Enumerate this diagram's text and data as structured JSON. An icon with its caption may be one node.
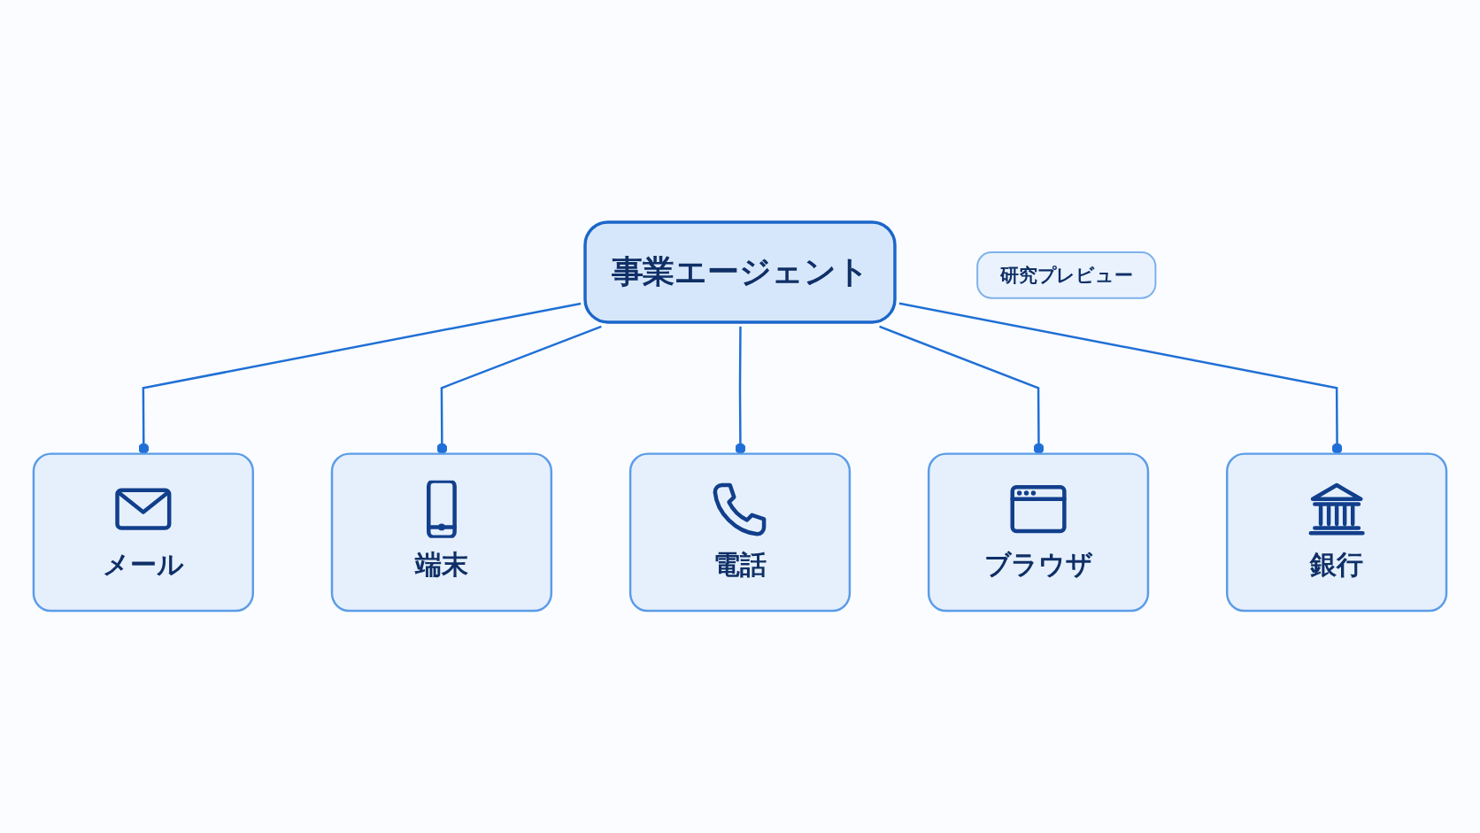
{
  "diagram": {
    "nodes": [
      {
        "text": [
          "メール"
        ]
      },
      {
        "text": [
          "研究プレビュー"
        ]
      },
      {
        "text": [
          "端末"
        ]
      },
      {
        "text": [
          "事業エージェント"
        ]
      },
      {
        "text": [
          "電話"
        ]
      },
      {
        "text": [
          "ブラウザ"
        ]
      },
      {
        "text": [
          "銀行"
        ]
      }
    ],
    "edges": [
      {
        "from": 3,
        "to": 0,
        "arrow": "other"
      },
      {
        "from": 3,
        "to": 2,
        "arrow": "other"
      },
      {
        "from": 3,
        "to": 4,
        "arrow": "other"
      },
      {
        "from": 3,
        "to": 5,
        "arrow": "other"
      },
      {
        "from": 3,
        "to": 6,
        "arrow": "other"
      }
    ]
  }
}
